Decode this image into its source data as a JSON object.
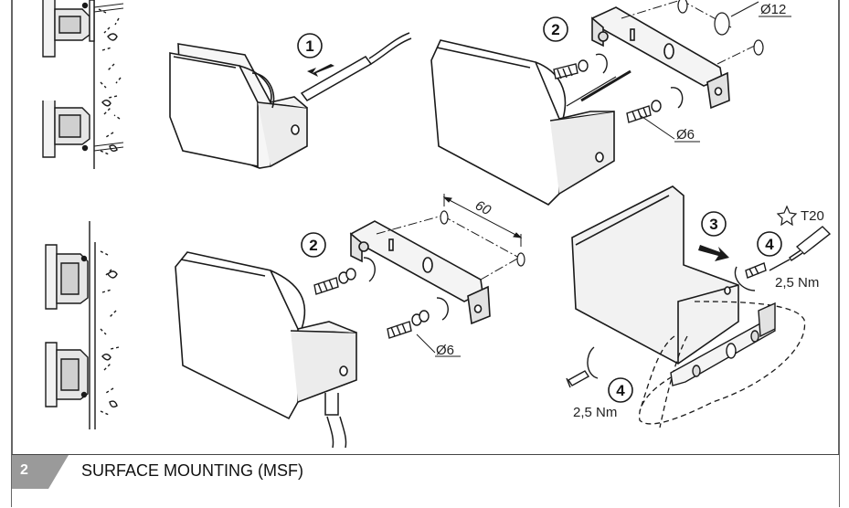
{
  "figure": {
    "steps": {
      "step1": "1",
      "step2_top": "2",
      "step2_bottom": "2",
      "step3": "3",
      "step4_right": "4",
      "step4_bottom": "4",
      "section_step4": "4",
      "section_step3": "3"
    },
    "labels": {
      "diameter_hole": "Ø12",
      "diameter_screw_top": "Ø6",
      "diameter_screw_bottom": "Ø6",
      "diameter_section": "Ø6",
      "spacing": "60",
      "torx": "T20",
      "torque_right": "2,5 Nm",
      "torque_bottom": "2,5 Nm"
    }
  },
  "section": {
    "number": "2",
    "title": "SURFACE MOUNTING (MSF)"
  },
  "colors": {
    "line": "#1a1a1a",
    "fill_light": "#f2f2f2",
    "fill_mid": "#d9d9d9",
    "tab_gray": "#9a9a9a"
  }
}
